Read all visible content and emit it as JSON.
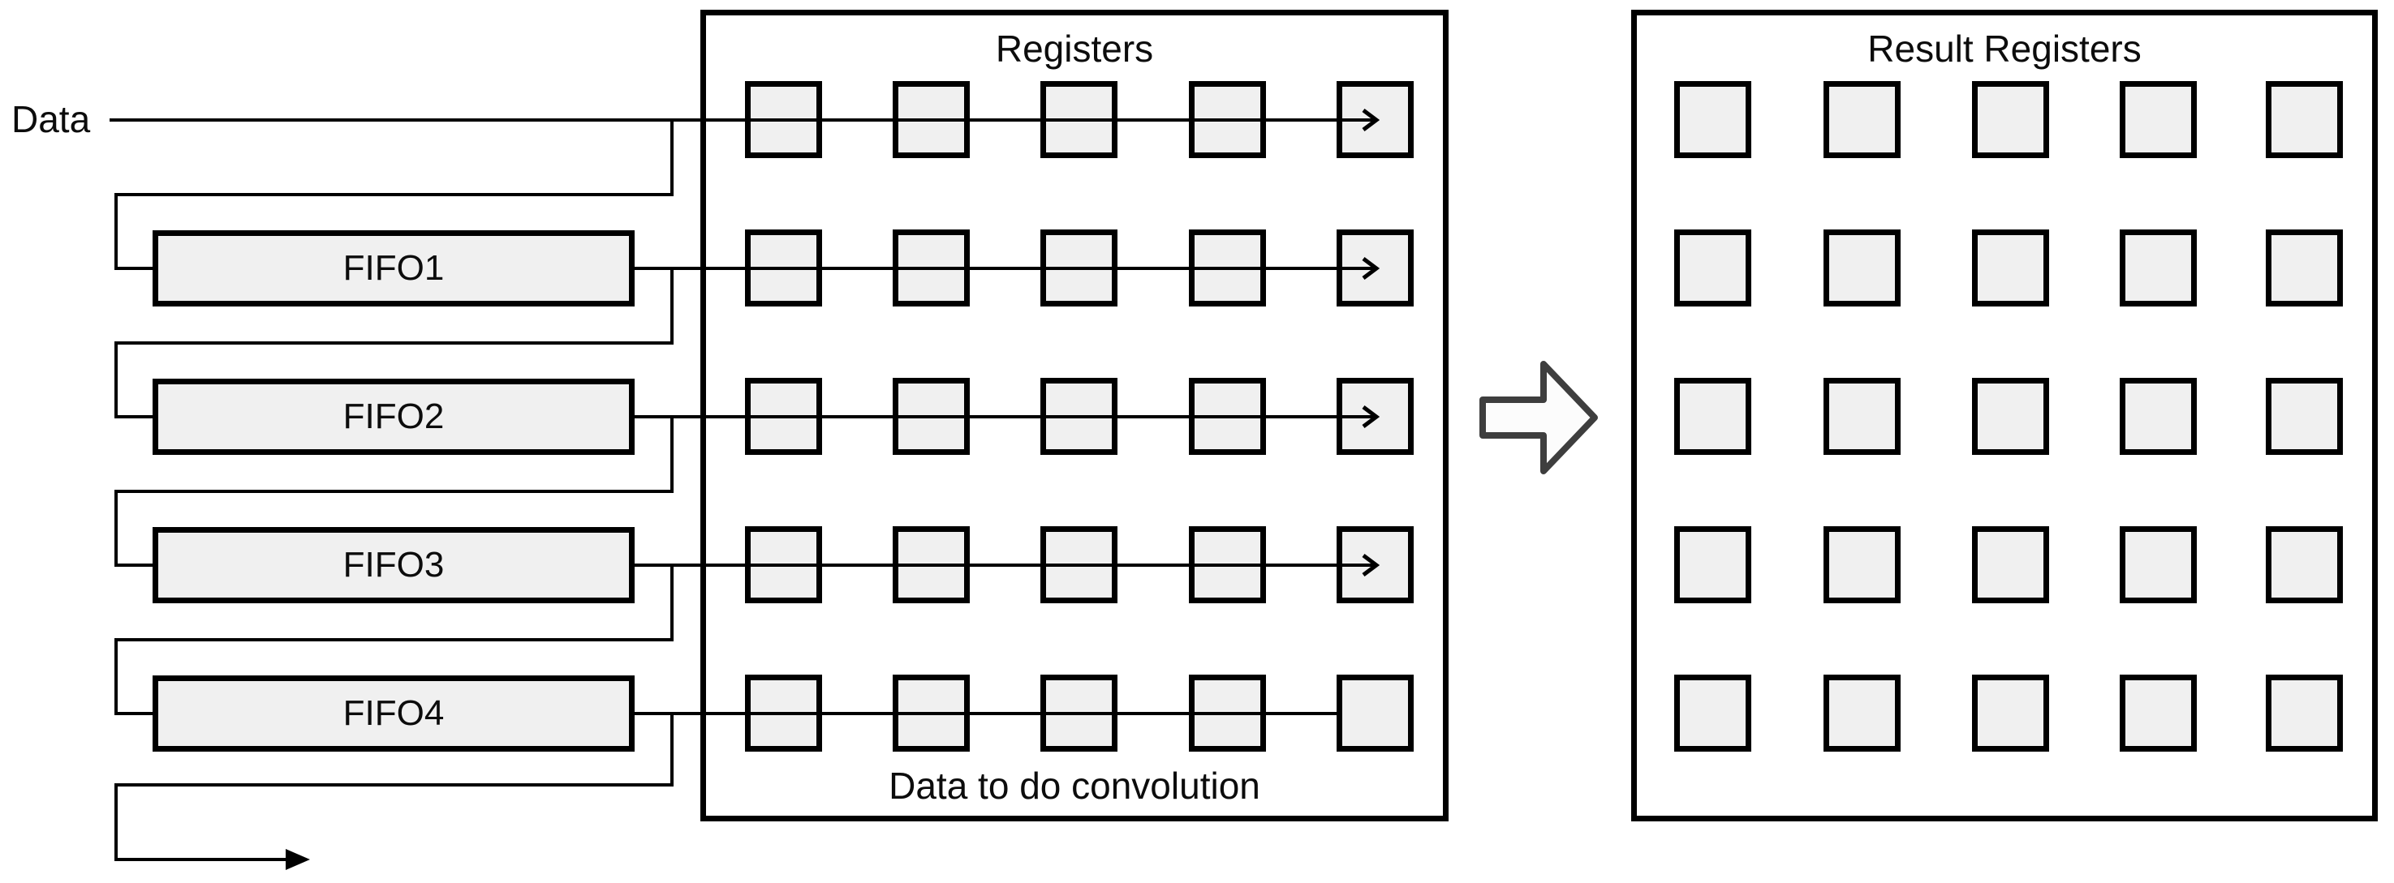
{
  "diagram": {
    "data_input_label": "Data",
    "fifos": [
      {
        "label": "FIFO1"
      },
      {
        "label": "FIFO2"
      },
      {
        "label": "FIFO3"
      },
      {
        "label": "FIFO4"
      }
    ],
    "registers_box": {
      "title": "Registers",
      "caption": "Data to do convolution",
      "grid_rows": 5,
      "grid_cols": 5,
      "arrow_rows": 4
    },
    "result_box": {
      "title": "Result Registers",
      "grid_rows": 5,
      "grid_cols": 5
    },
    "colors": {
      "line": "#000000",
      "cell_fill": "#f0f0f0",
      "block_arrow_stroke": "#3e3e3e",
      "block_arrow_fill": "#fcfcfc",
      "background": "#ffffff"
    }
  }
}
